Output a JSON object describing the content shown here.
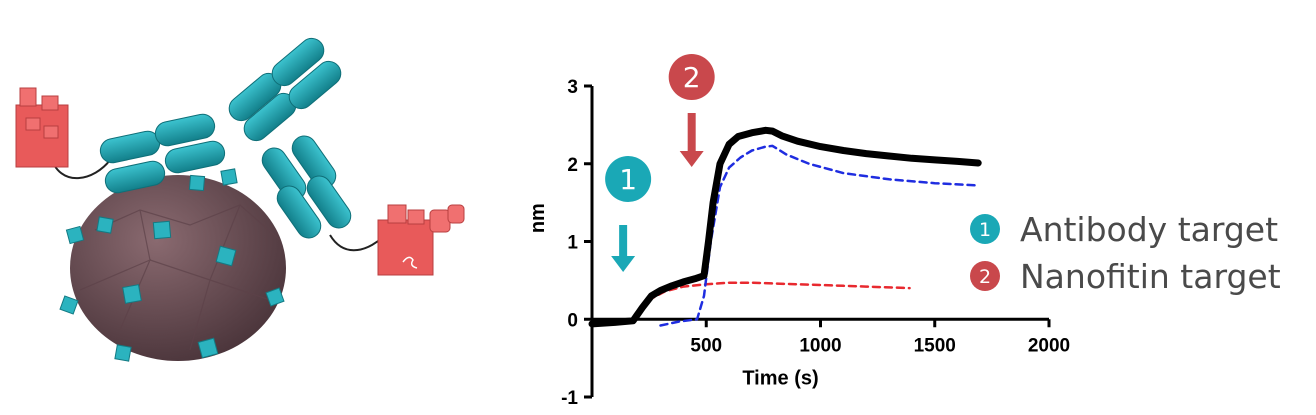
{
  "colors": {
    "teal": "#1aa8b6",
    "red": "#c9484c",
    "blue_dashed": "#1f2de0",
    "red_dashed": "#e8292f",
    "black_line": "#000000",
    "nanoparticle": "#6f5157",
    "block_red": "#e85a5a"
  },
  "illustration": {
    "icons": [
      "nanoparticle-sphere-icon",
      "antibody-icon",
      "nanofitin-block-icon"
    ]
  },
  "chart_data": {
    "type": "line",
    "xlabel": "Time (s)",
    "ylabel": "nm",
    "xlim": [
      0,
      2000
    ],
    "ylim": [
      -1,
      3
    ],
    "xticks": [
      500,
      1000,
      1500,
      2000
    ],
    "yticks": [
      -1,
      0,
      1,
      2,
      3
    ],
    "grid": false,
    "series": [
      {
        "style": "solid-black",
        "x": [
          0,
          100,
          180,
          220,
          260,
          300,
          350,
          400,
          450,
          490,
          510,
          530,
          560,
          600,
          640,
          700,
          760,
          790,
          830,
          900,
          1000,
          1100,
          1200,
          1300,
          1400,
          1500,
          1600,
          1690
        ],
        "y": [
          -0.06,
          -0.04,
          -0.02,
          0.15,
          0.3,
          0.37,
          0.43,
          0.48,
          0.52,
          0.56,
          1.0,
          1.5,
          2.0,
          2.25,
          2.35,
          2.4,
          2.43,
          2.42,
          2.36,
          2.29,
          2.22,
          2.17,
          2.13,
          2.1,
          2.07,
          2.05,
          2.03,
          2.01
        ]
      },
      {
        "style": "dashed-blue",
        "x": [
          300,
          380,
          460,
          490,
          520,
          560,
          600,
          650,
          700,
          760,
          790,
          850,
          950,
          1100,
          1300,
          1500,
          1690
        ],
        "y": [
          -0.08,
          -0.03,
          0.0,
          0.3,
          1.0,
          1.7,
          1.95,
          2.08,
          2.17,
          2.22,
          2.23,
          2.12,
          2.0,
          1.88,
          1.8,
          1.75,
          1.72
        ]
      },
      {
        "style": "dashed-red",
        "x": [
          180,
          250,
          320,
          400,
          500,
          600,
          700,
          800,
          900,
          1000,
          1100,
          1200,
          1300,
          1390
        ],
        "y": [
          0.0,
          0.25,
          0.36,
          0.42,
          0.45,
          0.47,
          0.47,
          0.46,
          0.45,
          0.44,
          0.43,
          0.42,
          0.41,
          0.4
        ]
      }
    ],
    "annotations": [
      {
        "number": "1",
        "color": "teal",
        "at_x": 180
      },
      {
        "number": "2",
        "color": "red",
        "at_x": 480
      }
    ]
  },
  "legend": {
    "items": [
      {
        "number": "1",
        "label": "Antibody target",
        "color": "teal"
      },
      {
        "number": "2",
        "label": "Nanofitin target",
        "color": "red"
      }
    ]
  }
}
